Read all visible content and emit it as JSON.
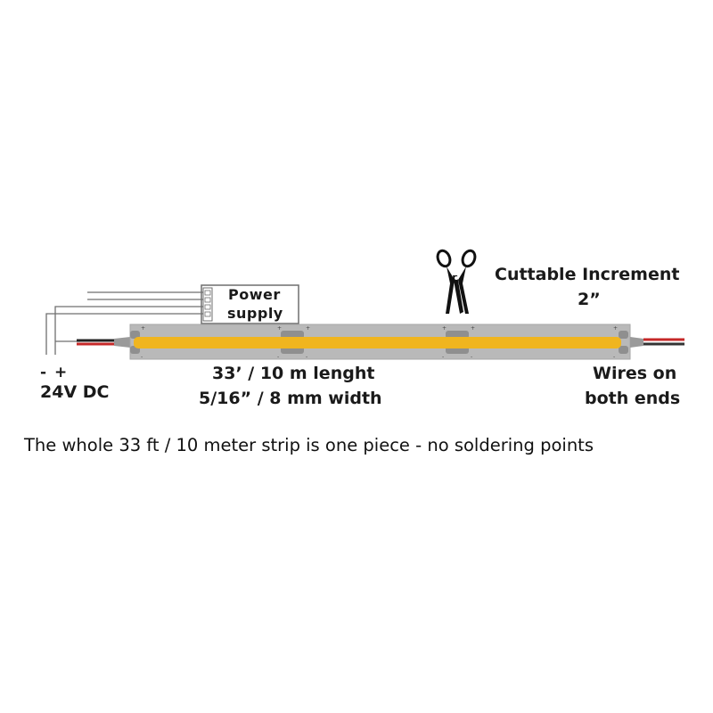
{
  "power_supply": {
    "line1": "Power",
    "line2": "supply"
  },
  "polarity": {
    "minus": "-",
    "plus": "+"
  },
  "voltage": "24V DC",
  "cut": {
    "line1": "Cuttable Increment",
    "line2": "2”"
  },
  "length": {
    "line1": "33’  /  10 m lenght",
    "line2": "5/16”  /  8 mm width"
  },
  "wires": {
    "line1": "Wires on",
    "line2": "both ends"
  },
  "footer": "The whole 33 ft / 10 meter strip is one piece - no soldering points",
  "colors": {
    "strip_body": "#b9b9b9",
    "led_line": "#f0b51f",
    "pad": "#8f8f8f",
    "wire_red": "#c62828",
    "wire_black": "#222222",
    "text": "#1a1a1a"
  },
  "icons": {
    "scissors": "scissors-icon"
  }
}
